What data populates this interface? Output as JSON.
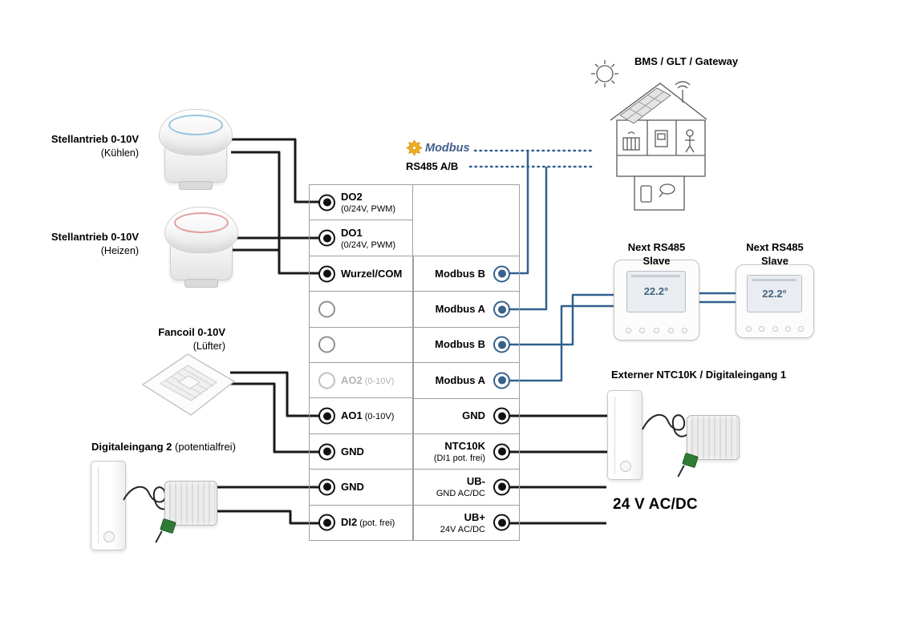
{
  "labels": {
    "bms_gateway": "BMS / GLT / Gateway",
    "modbus_logo": "Modbus",
    "rs485_ab": "RS485 A/B",
    "next_slave_1": "Next RS485 Slave",
    "next_slave_2": "Next RS485 Slave",
    "extern_ntc": "Externer NTC10K / Digitaleingang 1",
    "power_supply": "24 V AC/DC"
  },
  "left_devices": {
    "actuator_cool": {
      "title": "Stellantrieb 0-10V",
      "subtitle": "(Kühlen)"
    },
    "actuator_heat": {
      "title": "Stellantrieb 0-10V",
      "subtitle": "(Heizen)"
    },
    "fancoil": {
      "title": "Fancoil 0-10V",
      "subtitle": "(Lüfter)"
    },
    "digital_input_2": {
      "title": "Digitaleingang 2",
      "subtitle": "(potentialfrei)"
    }
  },
  "terminal_block": {
    "left_column": [
      {
        "label": "DO2",
        "sub": "(0/24V, PWM)",
        "type": "filled"
      },
      {
        "label": "DO1",
        "sub": "(0/24V, PWM)",
        "type": "filled"
      },
      {
        "label": "Wurzel/COM",
        "sub": "",
        "type": "filled"
      },
      {
        "label": "",
        "sub": "",
        "type": "empty"
      },
      {
        "label": "",
        "sub": "",
        "type": "empty"
      },
      {
        "label": "AO2",
        "sub": "(0-10V)",
        "type": "disabled"
      },
      {
        "label": "AO1",
        "sub": "(0-10V)",
        "type": "filled"
      },
      {
        "label": "GND",
        "sub": "",
        "type": "filled"
      },
      {
        "label": "GND",
        "sub": "",
        "type": "filled"
      },
      {
        "label": "DI2",
        "sub": "(pot. frei)",
        "type": "filled"
      }
    ],
    "right_column": [
      {
        "label": "Modbus B",
        "sub": "",
        "type": "modbus"
      },
      {
        "label": "Modbus A",
        "sub": "",
        "type": "modbus"
      },
      {
        "label": "Modbus B",
        "sub": "",
        "type": "modbus"
      },
      {
        "label": "Modbus A",
        "sub": "",
        "type": "modbus"
      },
      {
        "label": "GND",
        "sub": "",
        "type": "filled"
      },
      {
        "label": "NTC10K",
        "sub": "(DI1 pot. frei)",
        "type": "filled"
      },
      {
        "label": "UB-",
        "sub": "GND AC/DC",
        "type": "filled"
      },
      {
        "label": "UB+",
        "sub": "24V AC/DC",
        "type": "filled"
      }
    ]
  },
  "slave_display": {
    "temp": "22.2°"
  },
  "icons": {
    "modbus": "gear-icon",
    "bms_scene": [
      "sun-icon",
      "solar-panel-icon",
      "wifi-icon",
      "radiator-icon",
      "thermostat-icon",
      "person-icon"
    ],
    "slave_keys": [
      "key-icon",
      "key-icon",
      "key-icon",
      "key-icon",
      "key-icon"
    ]
  },
  "colors": {
    "wire_black": "#1a1a1a",
    "wire_blue": "#31608f",
    "modbus_yellow": "#f3ac1f",
    "grid_gray": "#9e9e9e"
  },
  "connections": [
    "Stellantrieb (Kühlen) → DO2 + Wurzel/COM",
    "Stellantrieb (Heizen) → DO1 + Wurzel/COM",
    "Fancoil → AO1 + GND",
    "Digitaleingang 2 → GND + DI2",
    "Modbus B/A → RS485 A/B → BMS / GLT / Gateway",
    "Modbus B/A → Next RS485 Slave → Next RS485 Slave",
    "GND + NTC10K → Externer NTC10K / Digitaleingang 1",
    "UB- / UB+ → 24 V AC/DC"
  ]
}
